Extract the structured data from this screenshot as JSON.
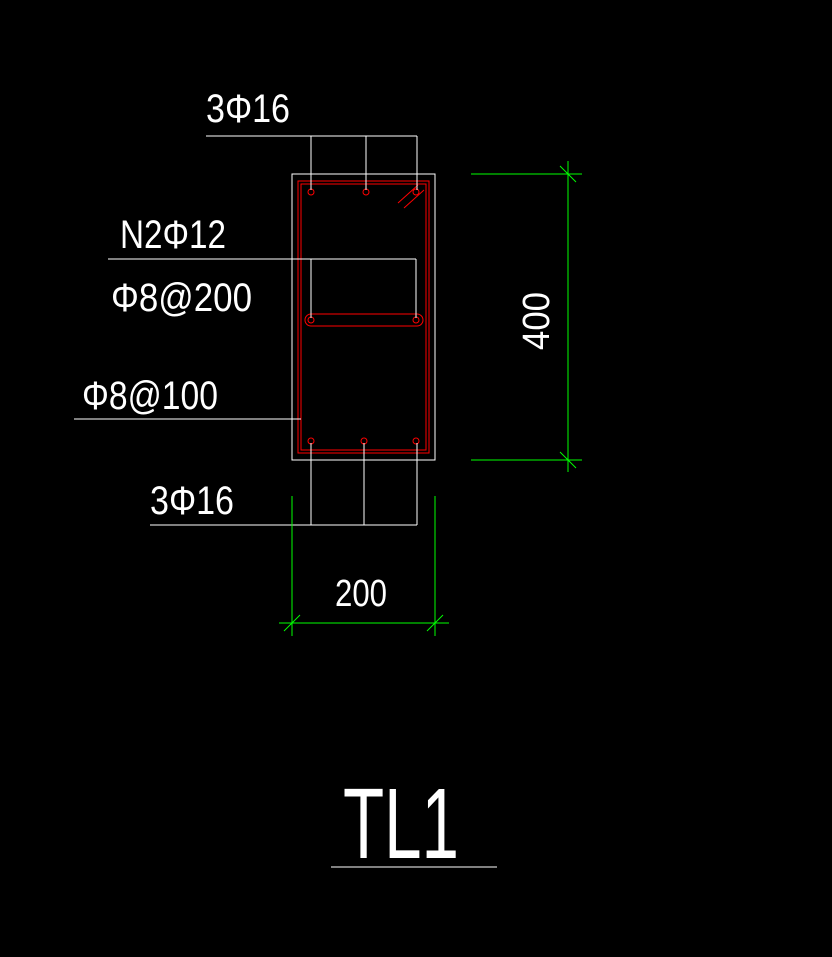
{
  "labels": {
    "top_bars": "3Φ16",
    "side_bars": "N2Φ12",
    "tie_stirrup": "Φ8@200",
    "stirrup": "Φ8@100",
    "bottom_bars": "3Φ16",
    "height_dim": "400",
    "width_dim": "200",
    "beam_name": "TL1"
  },
  "colors": {
    "background": "#000000",
    "linework": "#ffffff",
    "dimension": "#00ff00",
    "rebar": "#ff0000"
  }
}
